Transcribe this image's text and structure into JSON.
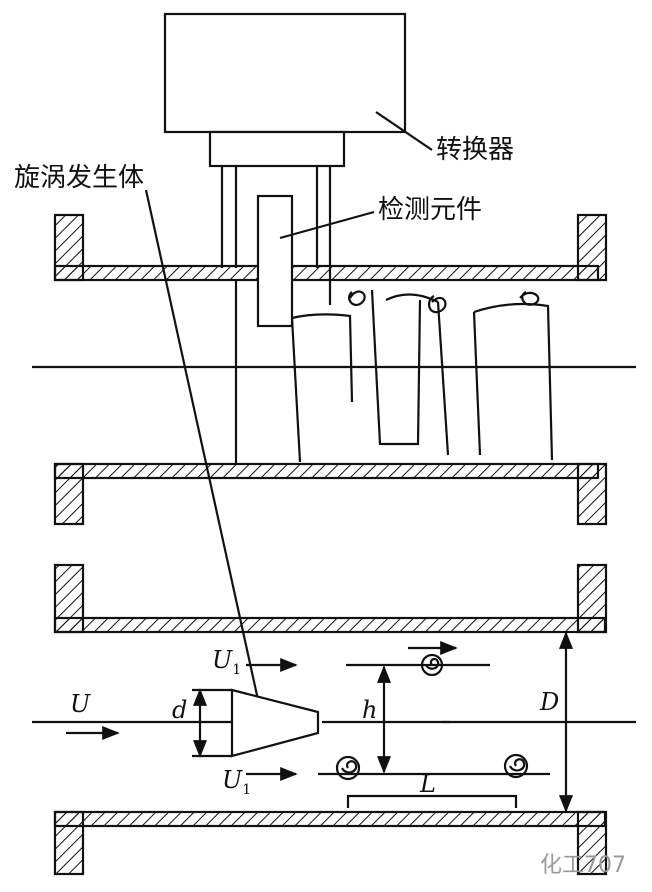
{
  "labels": {
    "converter": "转换器",
    "sensor": "检测元件",
    "vortex_generator": "旋涡发生体",
    "flow_velocity": "U",
    "upper_velocity_main": "U",
    "upper_velocity_sub": "1",
    "lower_velocity_main": "U",
    "lower_velocity_sub": "1",
    "bluff_width": "d",
    "vortex_row_spacing": "h",
    "vortex_pitch": "L",
    "pipe_diameter": "D"
  },
  "watermark": "化工707",
  "colors": {
    "stroke": "#111111",
    "background": "#ffffff",
    "watermark": "#9a9a9a"
  }
}
